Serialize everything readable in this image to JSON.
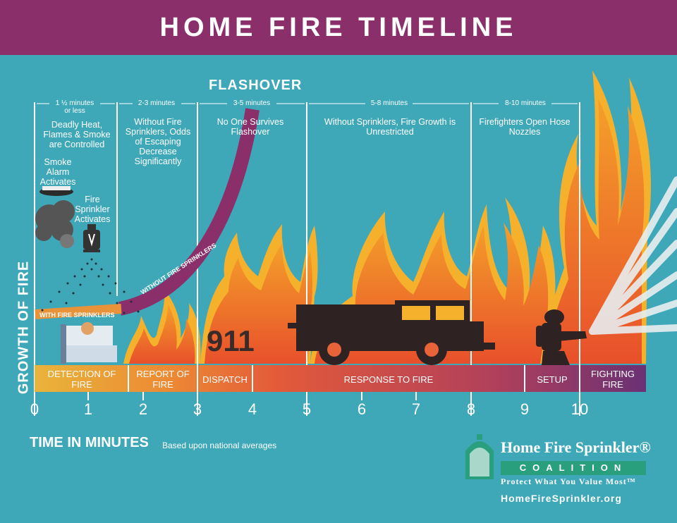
{
  "title": "HOME FIRE TIMELINE",
  "flashover_label": "FLASHOVER",
  "curve_labels": {
    "without": "WITHOUT FIRE SPRINKLERS",
    "with": "WITH FIRE SPRINKLERS"
  },
  "y_axis_label": "GROWTH OF FIRE",
  "x_axis_title": "TIME IN MINUTES",
  "x_axis_note": "Based upon national averages",
  "ticks": [
    "0",
    "1",
    "2",
    "3",
    "4",
    "5",
    "6",
    "7",
    "8",
    "9",
    "10"
  ],
  "durations": {
    "d1_line1": "1 ½ minutes",
    "d1_line2": "or less",
    "d2": "2-3 minutes",
    "d3": "3-5 minutes",
    "d4": "5-8 minutes",
    "d5": "8-10 minutes"
  },
  "descriptions": {
    "d1": "Deadly Heat, Flames & Smoke are Controlled",
    "d2": "Without Fire Sprinklers, Odds of Escaping Decrease Significantly",
    "d3": "No One Survives Flashover",
    "d4": "Without Sprinklers, Fire Growth is Unrestricted",
    "d5": "Firefighters Open Hose Nozzles"
  },
  "annotations": {
    "smoke_alarm": "Smoke Alarm Activates",
    "sprinkler": "Fire Sprinkler Activates",
    "number_911": "911"
  },
  "stages": [
    "DETECTION OF FIRE",
    "REPORT OF FIRE",
    "DISPATCH",
    "RESPONSE TO FIRE",
    "SETUP",
    "FIGHTING FIRE"
  ],
  "logo": {
    "name": "Home Fire Sprinkler®",
    "coalition": "COALITION",
    "tagline": "Protect What You Value Most™",
    "url": "HomeFireSprinkler.org"
  },
  "colors": {
    "background": "#3ea8b8",
    "header": "#8b2f6b",
    "flame_outer": "#f6b12c",
    "flame_inner": "#ec6a2a",
    "curve_without": "#8b2f6b",
    "curve_with": "#e8923a"
  }
}
